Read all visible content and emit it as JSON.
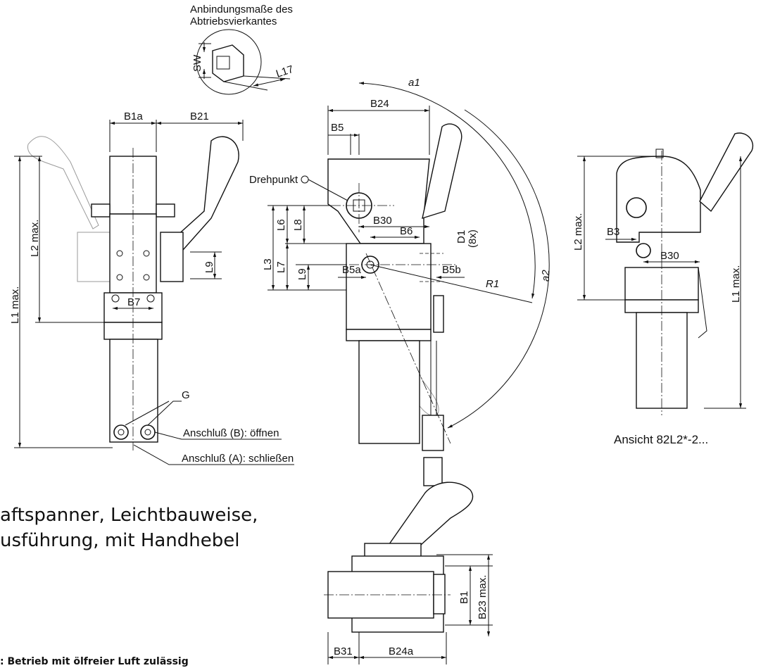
{
  "title_lines": [
    "aftspanner, Leichtbauweise,",
    "usführung, mit Handhebel"
  ],
  "footnote": ": Betrieb mit ölfreier Luft zulässig",
  "callouts": {
    "square_drive": [
      "Anbindungsmaße des",
      "Abtriebsvierkantes"
    ],
    "pivot": "Drehpunkt",
    "port_b": "Anschluß (B): öffnen",
    "port_a": "Anschluß (A): schließen",
    "view": "Ansicht 82L2*-2...",
    "thread": "G"
  },
  "dimensions": {
    "sw": "SW",
    "l17": "L17",
    "b1a": "B1a",
    "b21": "B21",
    "b7": "B7",
    "l1": "L1 max.",
    "l2": "L2 max.",
    "l9": "L9",
    "b24": "B24",
    "b5": "B5",
    "b30": "B30",
    "b6": "B6",
    "l6": "L6",
    "l8": "L8",
    "l3": "L3",
    "l7": "L7",
    "b5a": "B5a",
    "b5b": "B5b",
    "d1": "D1",
    "d1_count": "(8x)",
    "r1": "R1",
    "a1": "a1",
    "a2": "a2",
    "b3": "B3",
    "b1": "B1",
    "b23": "B23 max.",
    "b31": "B31",
    "b24a": "B24a"
  }
}
